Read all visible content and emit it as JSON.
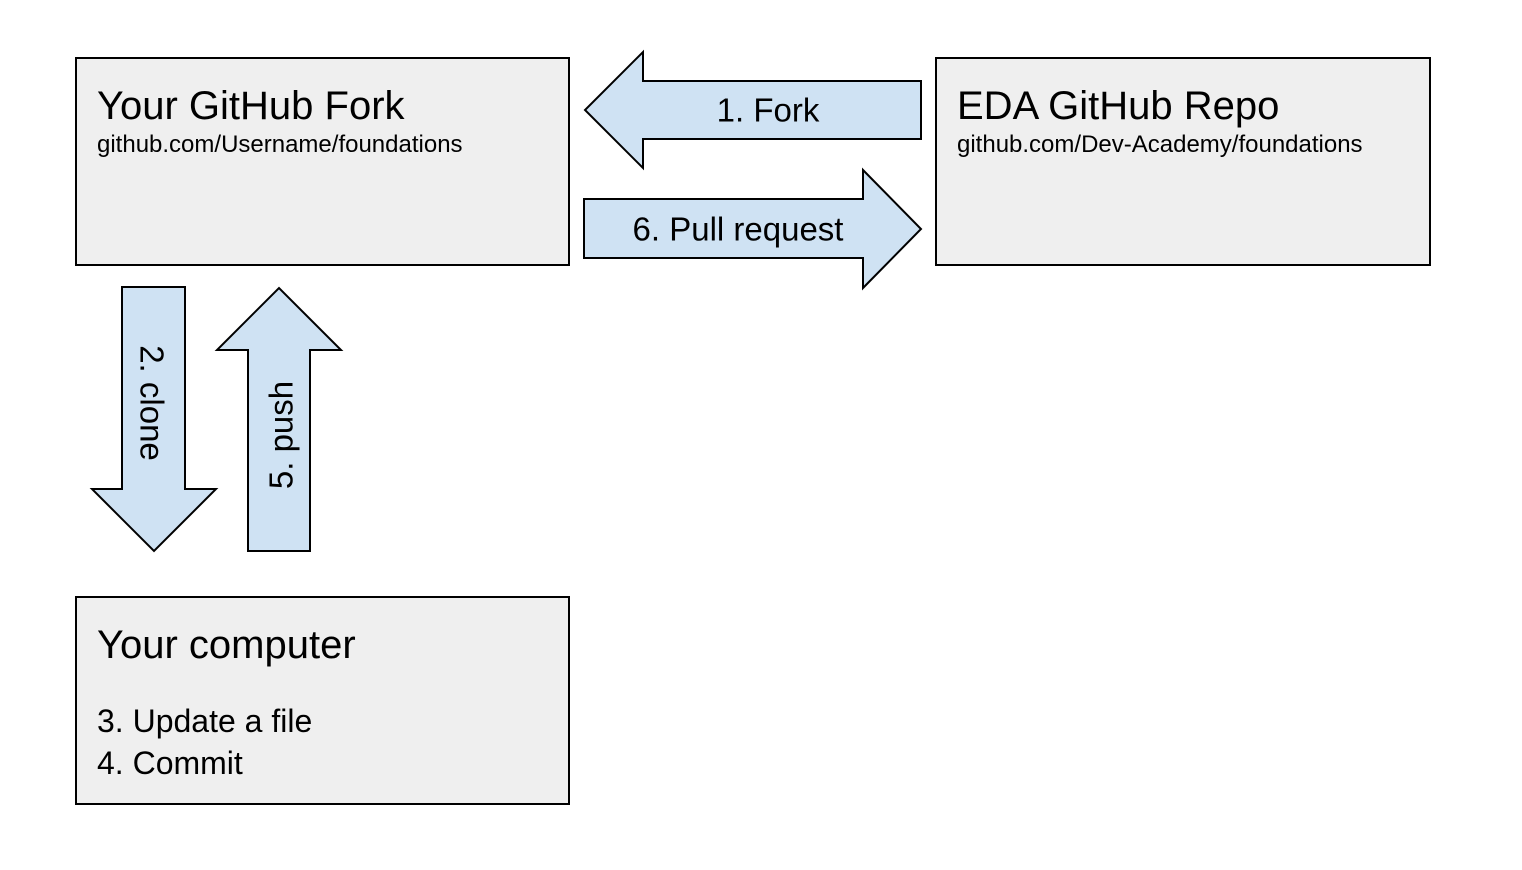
{
  "fork_box": {
    "title": "Your GitHub Fork",
    "url": "github.com/Username/foundations"
  },
  "eda_box": {
    "title": "EDA GitHub Repo",
    "url": "github.com/Dev-Academy/foundations"
  },
  "computer_box": {
    "title": "Your computer",
    "steps": [
      "3. Update a file",
      "4. Commit"
    ]
  },
  "arrows": {
    "fork": "1. Fork",
    "clone": "2. clone",
    "push": "5. push",
    "pull_request": "6. Pull request"
  },
  "colors": {
    "box_fill": "#efefef",
    "arrow_fill": "#cfe2f3",
    "outline": "#000000"
  }
}
